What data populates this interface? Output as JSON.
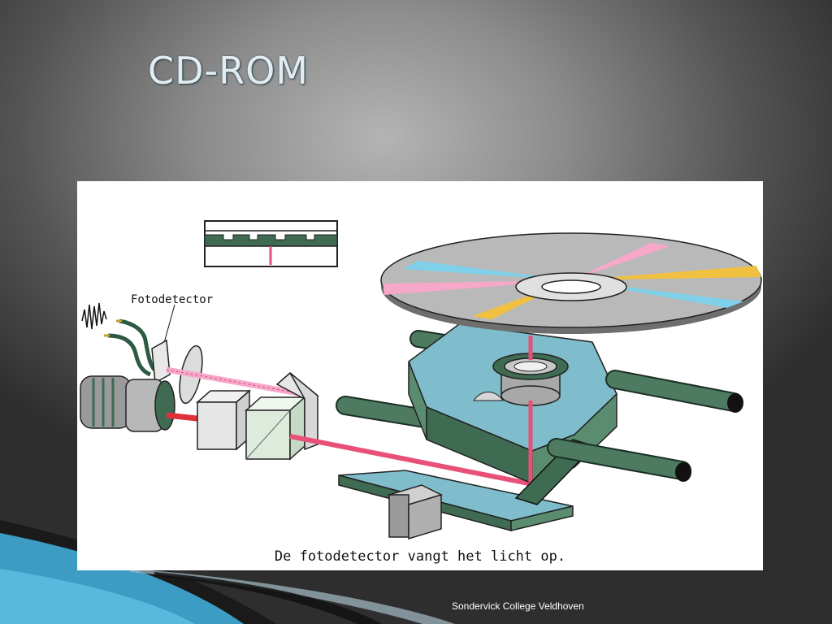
{
  "slide": {
    "title": "CD-ROM",
    "footer": "Sondervick College Veldhoven"
  },
  "figure": {
    "label_photodetector": "Fotodetector",
    "caption": "De fotodetector vangt het licht op."
  },
  "colors": {
    "sled_blue": "#7fbccc",
    "rail_green": "#3e6b52",
    "disc_grey": "#b9b9b9",
    "laser_red": "#e0303a",
    "beam_pink": "#f7a8c8",
    "stripe_yellow": "#f0c040",
    "stripe_cyan": "#7fd0e8"
  }
}
